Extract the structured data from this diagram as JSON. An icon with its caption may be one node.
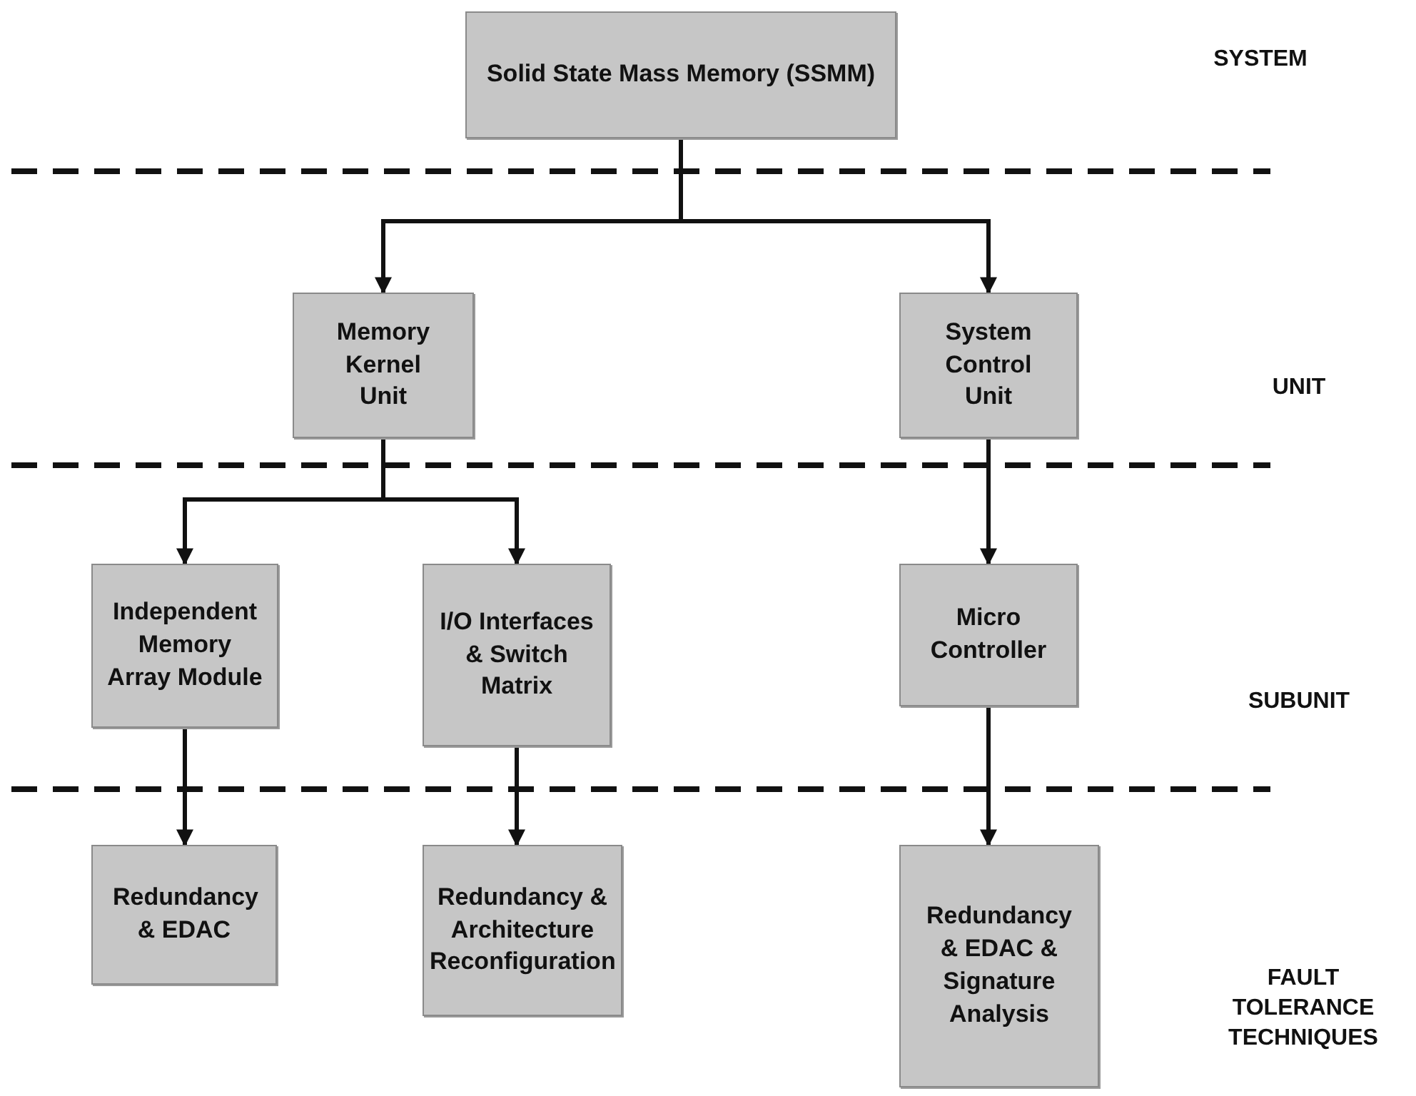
{
  "diagram": {
    "nodes": [
      {
        "text": [
          "Solid State Mass Memory (SSMM)"
        ]
      },
      {
        "text": [
          "Memory Kernel Unit"
        ]
      },
      {
        "text": [
          "System Control Unit"
        ]
      },
      {
        "text": [
          "Independent Memory Array Module"
        ]
      },
      {
        "text": [
          "I/O Interfaces & Switch Matrix"
        ]
      },
      {
        "text": [
          "Micro Controller"
        ]
      },
      {
        "text": [
          "Redundancy & EDAC"
        ]
      },
      {
        "text": [
          "Redundancy & Architecture Reconfiguration"
        ]
      },
      {
        "text": [
          "Redundancy & EDAC & Signature Analysis"
        ]
      }
    ],
    "edges": [
      {
        "from": 0,
        "to": 1,
        "arrow": "to"
      },
      {
        "from": 0,
        "to": 2,
        "arrow": "to"
      },
      {
        "from": 1,
        "to": 3,
        "arrow": "to"
      },
      {
        "from": 1,
        "to": 4,
        "arrow": "to"
      },
      {
        "from": 2,
        "to": 5,
        "arrow": "to"
      },
      {
        "from": 3,
        "to": 6,
        "arrow": "to"
      },
      {
        "from": 4,
        "to": 7,
        "arrow": "to"
      },
      {
        "from": 5,
        "to": 8,
        "arrow": "to"
      }
    ],
    "labels": [
      "SYSTEM",
      "UNIT",
      "SUBUNIT",
      "FAULT TOLERANCE TECHNIQUES"
    ]
  }
}
